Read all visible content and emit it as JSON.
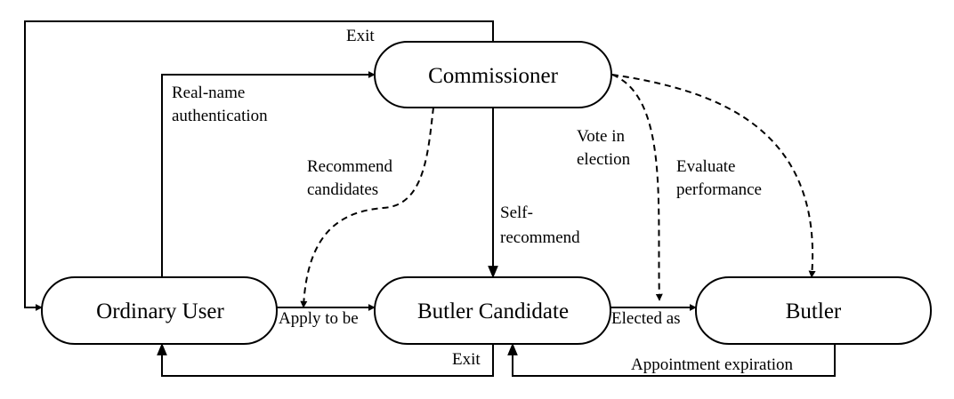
{
  "nodes": {
    "commissioner": "Commissioner",
    "ordinary_user": "Ordinary User",
    "butler_candidate": "Butler Candidate",
    "butler": "Butler"
  },
  "edges": {
    "exit_top": "Exit",
    "real_name_1": "Real-name",
    "real_name_2": "authentication",
    "recommend_1": "Recommend",
    "recommend_2": "candidates",
    "self_1": "Self-",
    "self_2": "recommend",
    "vote_1": "Vote in",
    "vote_2": "election",
    "evaluate_1": "Evaluate",
    "evaluate_2": "performance",
    "apply": "Apply to be",
    "elected": "Elected as",
    "exit_bottom": "Exit",
    "appointment": "Appointment expiration"
  }
}
